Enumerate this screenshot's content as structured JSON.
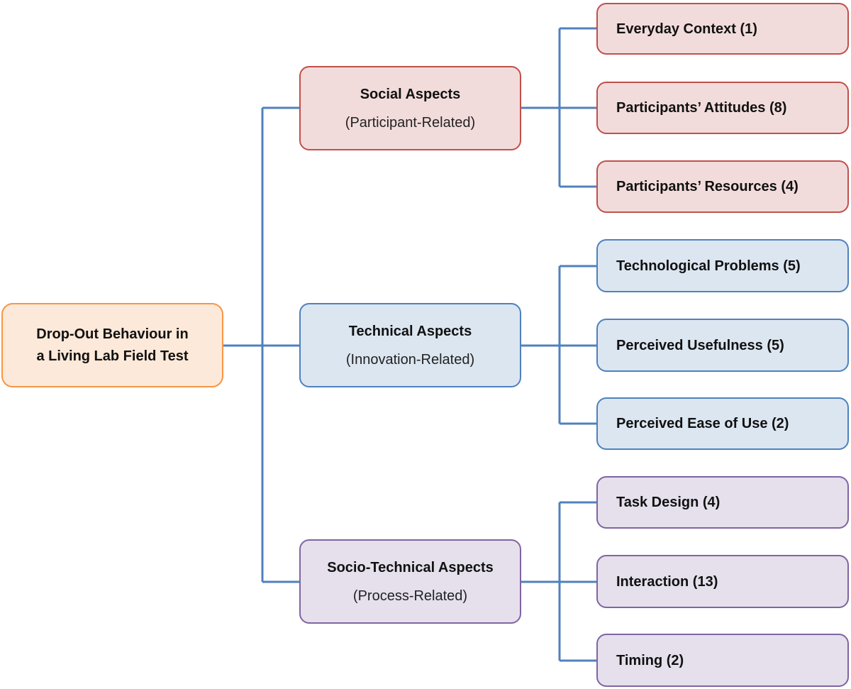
{
  "root": {
    "line1": "Drop-Out Behaviour in",
    "line2": "a Living Lab Field Test"
  },
  "categories": [
    {
      "title": "Social Aspects",
      "subtitle": "(Participant-Related)",
      "color": "#c0504d",
      "fill": "#f2dcdb",
      "factors": [
        "Everyday Context (1)",
        "Participants’ Attitudes (8)",
        "Participants’ Resources (4)"
      ]
    },
    {
      "title": "Technical Aspects",
      "subtitle": "(Innovation-Related)",
      "color": "#4f81bd",
      "fill": "#dce6f1",
      "factors": [
        "Technological Problems (5)",
        "Perceived Usefulness (5)",
        "Perceived Ease of Use (2)"
      ]
    },
    {
      "title": "Socio-Technical Aspects",
      "subtitle": "(Process-Related)",
      "color": "#8064a2",
      "fill": "#e5e0ec",
      "factors": [
        "Task Design (4)",
        "Interaction (13)",
        "Timing (2)"
      ]
    }
  ],
  "root_color": "#f79646",
  "root_fill": "#fde9d9",
  "connector_color": "#4f81bd"
}
